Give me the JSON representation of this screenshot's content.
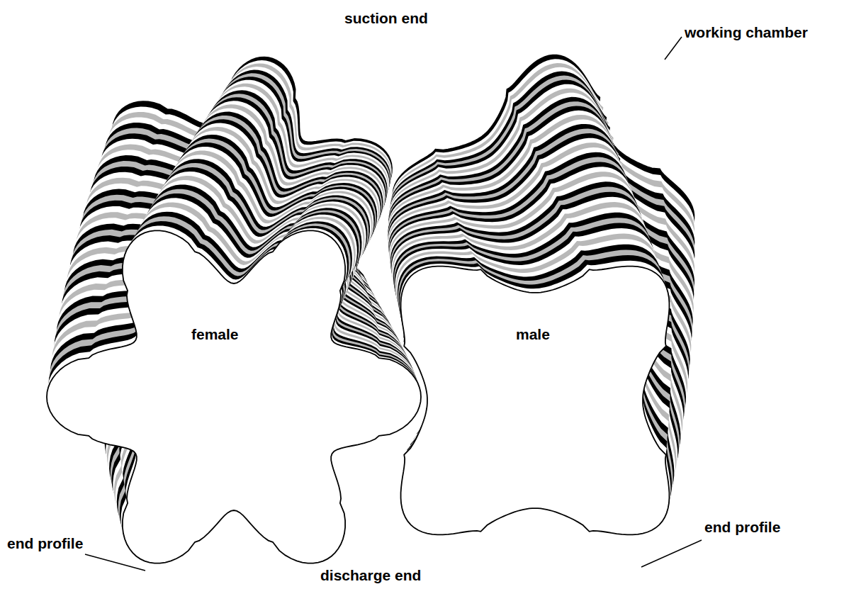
{
  "diagram": {
    "labels": [
      "suction end",
      "working chamber",
      "female",
      "male",
      "end profile",
      "discharge end",
      "end profile"
    ]
  }
}
